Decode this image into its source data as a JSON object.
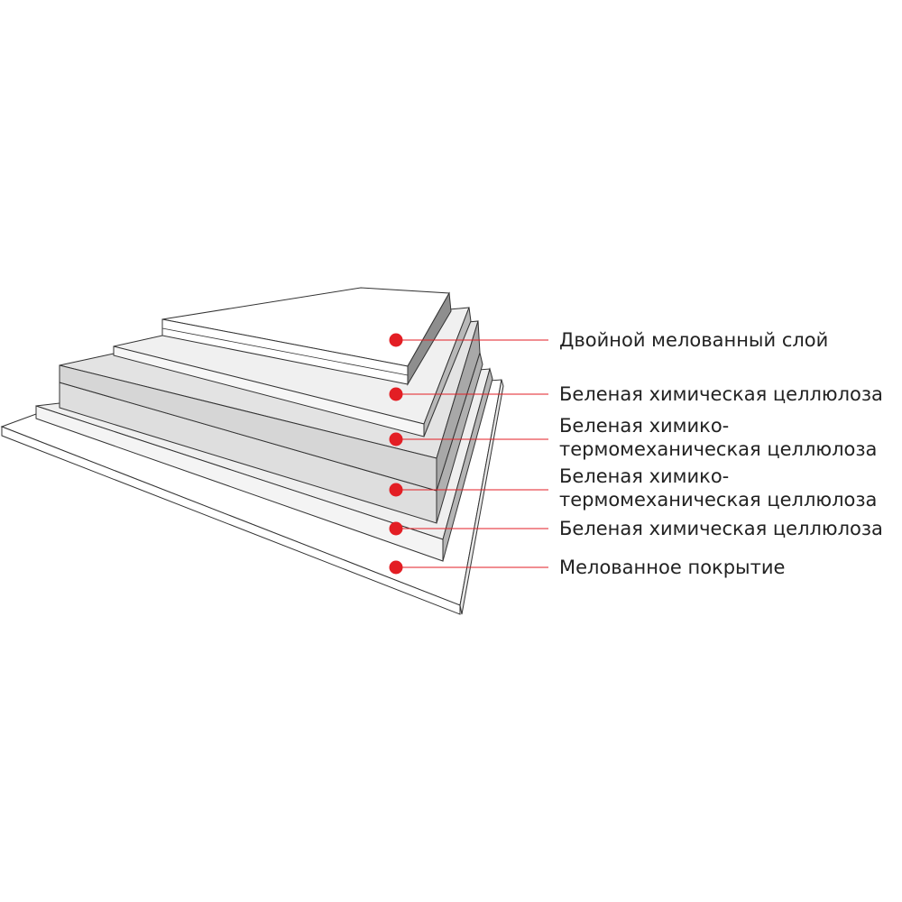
{
  "layers": [
    {
      "label_lines": [
        "Двойной мелованный слой"
      ]
    },
    {
      "label_lines": [
        "Беленая химическая целлюлоза"
      ]
    },
    {
      "label_lines": [
        "Беленая химико-",
        "термомеханическая целлюлоза"
      ]
    },
    {
      "label_lines": [
        "Беленая химико-",
        "термомеханическая целлюлоза"
      ]
    },
    {
      "label_lines": [
        "Беленая химическая целлюлоза"
      ]
    },
    {
      "label_lines": [
        "Мелованное покрытие"
      ]
    }
  ],
  "colors": {
    "marker": "#e31e24",
    "leader": "#e31e24",
    "outline": "#333333",
    "face_white": "#ffffff",
    "face_light": "#f0f0f0",
    "face_grey": "#dcdcdc",
    "side_grey": "#bdbdbd",
    "side_dark": "#9a9a9a"
  }
}
